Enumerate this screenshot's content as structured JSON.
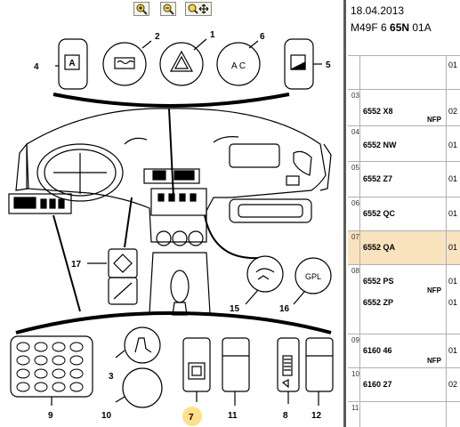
{
  "toolbar": {
    "buttons": [
      {
        "name": "zoom-in-icon"
      },
      {
        "name": "zoom-out-icon"
      },
      {
        "name": "zoom-pan-icon"
      }
    ]
  },
  "header": {
    "date": "18.04.2013",
    "ref_prefix": "M49F 6 ",
    "ref_bold": "65N",
    "ref_suffix": " 01A"
  },
  "callouts": [
    "1",
    "2",
    "3",
    "4",
    "5",
    "6",
    "7",
    "8",
    "9",
    "10",
    "11",
    "12",
    "15",
    "16",
    "17"
  ],
  "diagram_labels": {
    "ac": "A C",
    "gpl": "GPL"
  },
  "rows": [
    {
      "num": "",
      "code": "",
      "nfp": "",
      "qty": "01"
    },
    {
      "num": "03",
      "code": "6552 X8",
      "nfp": "NFP",
      "qty": "02"
    },
    {
      "num": "04",
      "code": "6552 NW",
      "nfp": "",
      "qty": "01"
    },
    {
      "num": "05",
      "code": "6552 Z7",
      "nfp": "",
      "qty": "01"
    },
    {
      "num": "06",
      "code": "6552 QC",
      "nfp": "",
      "qty": "01"
    },
    {
      "num": "07",
      "code": "6552 QA",
      "nfp": "",
      "qty": "01"
    },
    {
      "num": "08",
      "code": "6552 PS",
      "code2": "6552 ZP",
      "nfp": "NFP",
      "qty": "01",
      "qty2": "01"
    },
    {
      "num": "09",
      "code": "6160 46",
      "nfp": "NFP",
      "qty": "01"
    },
    {
      "num": "10",
      "code": "6160 27",
      "nfp": "",
      "qty": "02"
    },
    {
      "num": "11",
      "code": "",
      "nfp": "",
      "qty": ""
    }
  ],
  "colors": {
    "selected_row": "#f9e3bf",
    "divider": "#5a5a5a"
  }
}
